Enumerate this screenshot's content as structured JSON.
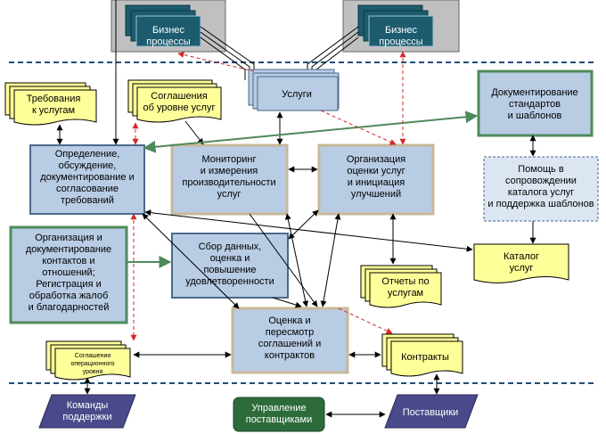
{
  "colors": {
    "process_fill": "#b8cce4",
    "process_border": "#4a6a8a",
    "doc_fill": "#ffff99",
    "dark_stack": "#1d5c6e",
    "gray_panel": "#c0c0c0",
    "green_border": "#4f8a5b",
    "navy_para": "#4a4a8a",
    "green_box": "#2e6b3a",
    "dashed_line": "#1f4e79",
    "red_arrow": "#d62728"
  },
  "nodes": {
    "biz_left": {
      "lines": [
        "Бизнес",
        "процессы"
      ]
    },
    "biz_right": {
      "lines": [
        "Бизнес",
        "процессы"
      ]
    },
    "services": {
      "lines": [
        "Услуги"
      ]
    },
    "req_doc": {
      "lines": [
        "Требования",
        "к услугам"
      ]
    },
    "sla_doc": {
      "lines": [
        "Соглашения",
        "об уровне услуг"
      ]
    },
    "std_doc": {
      "lines": [
        "Документирование",
        "стандартов",
        "и шаблонов"
      ]
    },
    "define": {
      "lines": [
        "Определение,",
        "обсуждение,",
        "документирование и",
        "согласование",
        "требований"
      ]
    },
    "monitor": {
      "lines": [
        "Мониторинг",
        "и измерения",
        "производительности",
        "услуг"
      ]
    },
    "evaluate": {
      "lines": [
        "Организация",
        "оценки услуг",
        "и инициация",
        "улучшений"
      ]
    },
    "help": {
      "lines": [
        "Помощь в",
        "сопровождении",
        "каталога услуг",
        "и поддержка шаблонов"
      ]
    },
    "contacts": {
      "lines": [
        "Организация и",
        "документирование",
        "контактов и",
        "отношений;",
        "Регистрация и",
        "обработка жалоб",
        "и благодарностей"
      ]
    },
    "collect": {
      "lines": [
        "Сбор данных,",
        "оценка и",
        "повышение",
        "удовлетворенности"
      ]
    },
    "catalog": {
      "lines": [
        "Каталог",
        "услуг"
      ]
    },
    "reports": {
      "lines": [
        "Отчеты по",
        "услугам"
      ]
    },
    "review": {
      "lines": [
        "Оценка и",
        "пересмотр",
        "соглашений и",
        "контрактов"
      ]
    },
    "ola": {
      "lines": [
        "Соглашения",
        "операционного",
        "уровня"
      ]
    },
    "contracts": {
      "lines": [
        "Контракты"
      ]
    },
    "teams": {
      "lines": [
        "Команды",
        "поддержки"
      ]
    },
    "suppliers_mgmt": {
      "lines": [
        "Управление",
        "поставщиками"
      ]
    },
    "suppliers": {
      "lines": [
        "Поставщики"
      ]
    }
  }
}
